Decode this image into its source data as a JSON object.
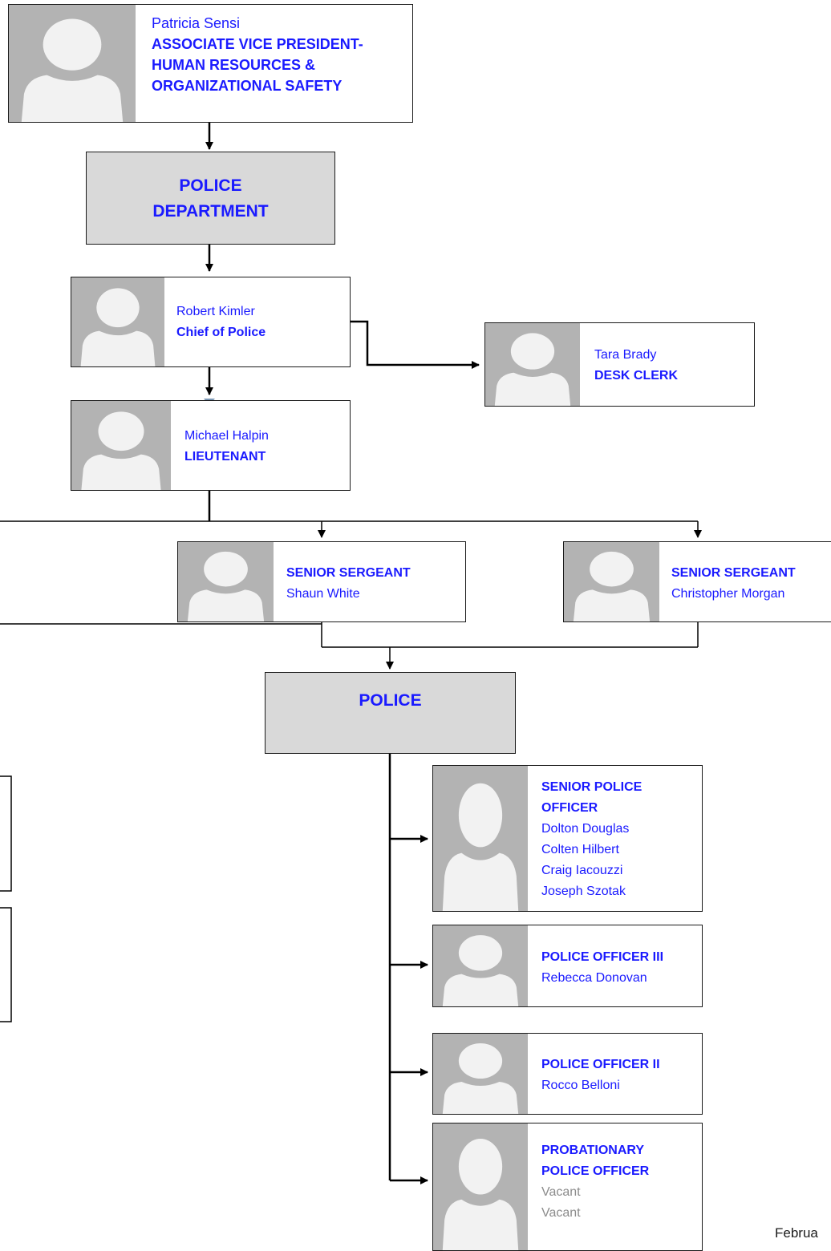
{
  "top": {
    "name": "Patricia Sensi",
    "title_lines": [
      "ASSOCIATE VICE PRESIDENT-",
      "HUMAN RESOURCES &",
      "ORGANIZATIONAL SAFETY"
    ]
  },
  "department": {
    "lines": [
      "POLICE",
      "DEPARTMENT"
    ]
  },
  "chief": {
    "name": "Robert Kimler",
    "title": "Chief of Police"
  },
  "desk_clerk": {
    "name": "Tara Brady",
    "title": "DESK CLERK"
  },
  "lieutenant": {
    "name": "Michael Halpin",
    "title": "LIEUTENANT"
  },
  "sergeant_1": {
    "title": "SENIOR SERGEANT",
    "name": "Shaun White"
  },
  "sergeant_2": {
    "title": "SENIOR SERGEANT",
    "name": "Christopher Morgan"
  },
  "police_unit": {
    "label": "POLICE"
  },
  "senior_officer": {
    "title_lines": [
      "SENIOR POLICE",
      "OFFICER"
    ],
    "names": [
      "Dolton Douglas",
      "Colten Hilbert",
      "Craig Iacouzzi",
      "Joseph Szotak"
    ]
  },
  "officer_3": {
    "title": "POLICE OFFICER III",
    "name": "Rebecca Donovan"
  },
  "officer_2": {
    "title": "POLICE OFFICER II",
    "name": "Rocco Belloni"
  },
  "probationary": {
    "title_lines": [
      "PROBATIONARY",
      "POLICE OFFICER"
    ],
    "names": [
      "Vacant",
      "Vacant"
    ]
  },
  "footer": "Februa",
  "colors": {
    "text": "#1a1aff",
    "vacant": "#8c8c8c",
    "photo_bg": "#b3b3b3",
    "dept_bg": "#d9d9d9",
    "marker": "#7a97b5"
  }
}
